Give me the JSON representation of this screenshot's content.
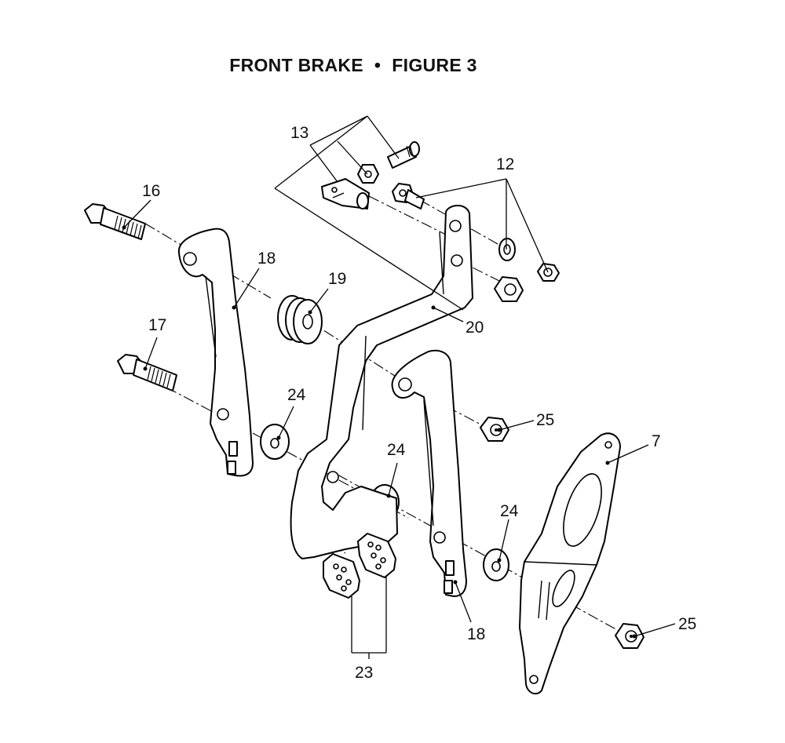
{
  "title": {
    "left": "FRONT BRAKE",
    "separator": "•",
    "right": "FIGURE 3"
  },
  "callouts": {
    "c7": "7",
    "c12": "12",
    "c13": "13",
    "c16": "16",
    "c17": "17",
    "c18a": "18",
    "c18b": "18",
    "c19": "19",
    "c20": "20",
    "c23": "23",
    "c24a": "24",
    "c24b": "24",
    "c24c": "24",
    "c25a": "25",
    "c25b": "25"
  }
}
